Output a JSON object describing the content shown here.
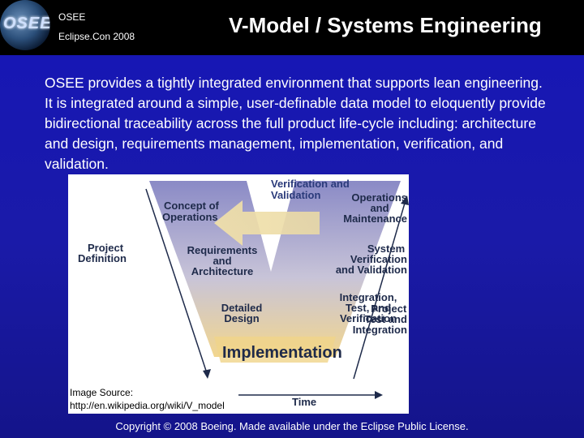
{
  "header": {
    "logo_text": "OSEE",
    "org": "OSEE",
    "event": "Eclipse.Con 2008",
    "title": "V-Model / Systems Engineering"
  },
  "body": {
    "text": "OSEE provides a tightly integrated environment that supports lean engineering.  It is integrated around a simple, user-definable data model to eloquently provide bidirectional traceability across the full product life-cycle including: architecture and design, requirements management, implementation, verification, and validation."
  },
  "diagram": {
    "labels": {
      "project_definition": [
        "Project",
        "Definition"
      ],
      "concept_of_operations": [
        "Concept of",
        "Operations"
      ],
      "requirements_architecture": [
        "Requirements",
        "and",
        "Architecture"
      ],
      "detailed_design": [
        "Detailed",
        "Design"
      ],
      "implementation": "Implementation",
      "integration_test_verification": [
        "Integration,",
        "Test, and",
        "Verification"
      ],
      "system_verification_validation": [
        "System",
        "Verification",
        "and Validation"
      ],
      "operations_maintenance": [
        "Operations",
        "and",
        "Maintenance"
      ],
      "project_test_integration": [
        "Project",
        "Test and",
        "Integration"
      ],
      "verification_validation": [
        "Verification and",
        "Validation"
      ],
      "time": "Time"
    },
    "source_line1": "Image Source:",
    "source_line2": "http://en.wikipedia.org/wiki/V_model"
  },
  "footer": {
    "copyright": "Copyright © 2008 Boeing. Made available under the Eclipse Public License."
  },
  "colors": {
    "background": "#1a1aa8",
    "topbar": "#000000",
    "diagram_purple": "#8f8fc8",
    "diagram_yellow": "#f0d898"
  }
}
